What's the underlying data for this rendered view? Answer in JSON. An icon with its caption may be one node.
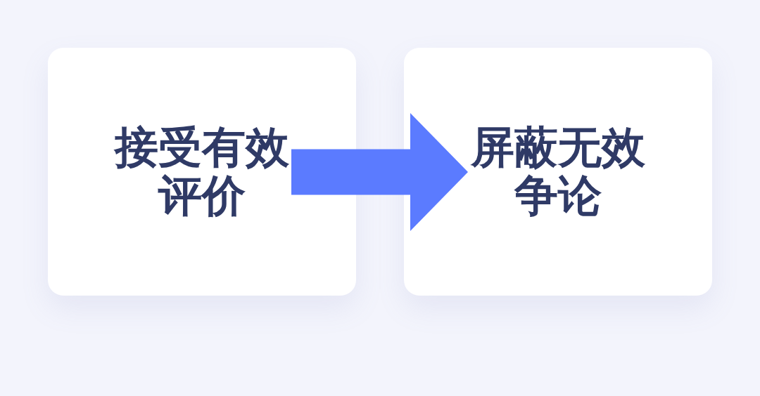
{
  "diagram": {
    "nodes": [
      {
        "text": [
          "接受有效评价"
        ]
      },
      {
        "text": [
          "屏蔽无效争论"
        ]
      }
    ],
    "edges": [
      {
        "from": 0,
        "to": 1,
        "arrow": "to"
      }
    ]
  }
}
